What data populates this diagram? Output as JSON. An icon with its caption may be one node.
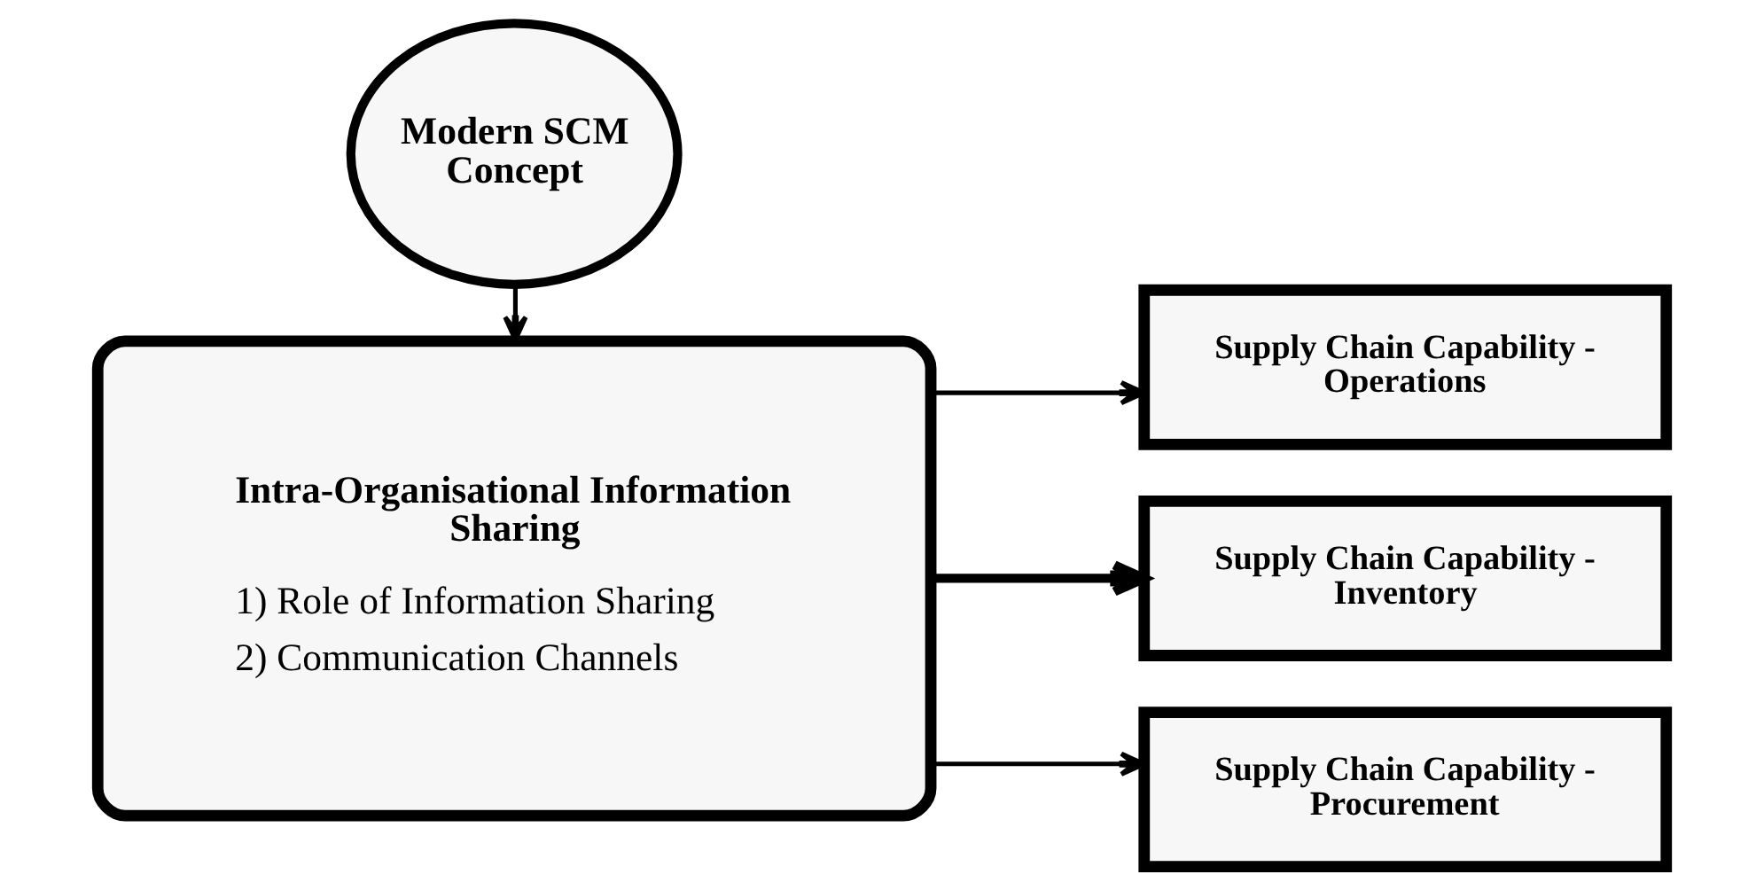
{
  "diagram": {
    "nodes": [
      {
        "text": [
          "Modern SCM Concept"
        ]
      },
      {
        "text": [
          "Intra-Organisational Information Sharing",
          "1) Role of Information Sharing",
          "2) Communication Channels"
        ]
      },
      {
        "text": [
          "Supply Chain Capability - Operations"
        ]
      },
      {
        "text": [
          "Supply Chain Capability - Inventory"
        ]
      },
      {
        "text": [
          "Supply Chain Capability - Procurement"
        ]
      }
    ],
    "edges": [
      {
        "from": 0,
        "to": 1,
        "arrow": "to"
      },
      {
        "from": 1,
        "to": 2,
        "arrow": "to"
      },
      {
        "from": 1,
        "to": 3,
        "arrow": "to",
        "style": "thick"
      },
      {
        "from": 1,
        "to": 4,
        "arrow": "to"
      }
    ]
  }
}
